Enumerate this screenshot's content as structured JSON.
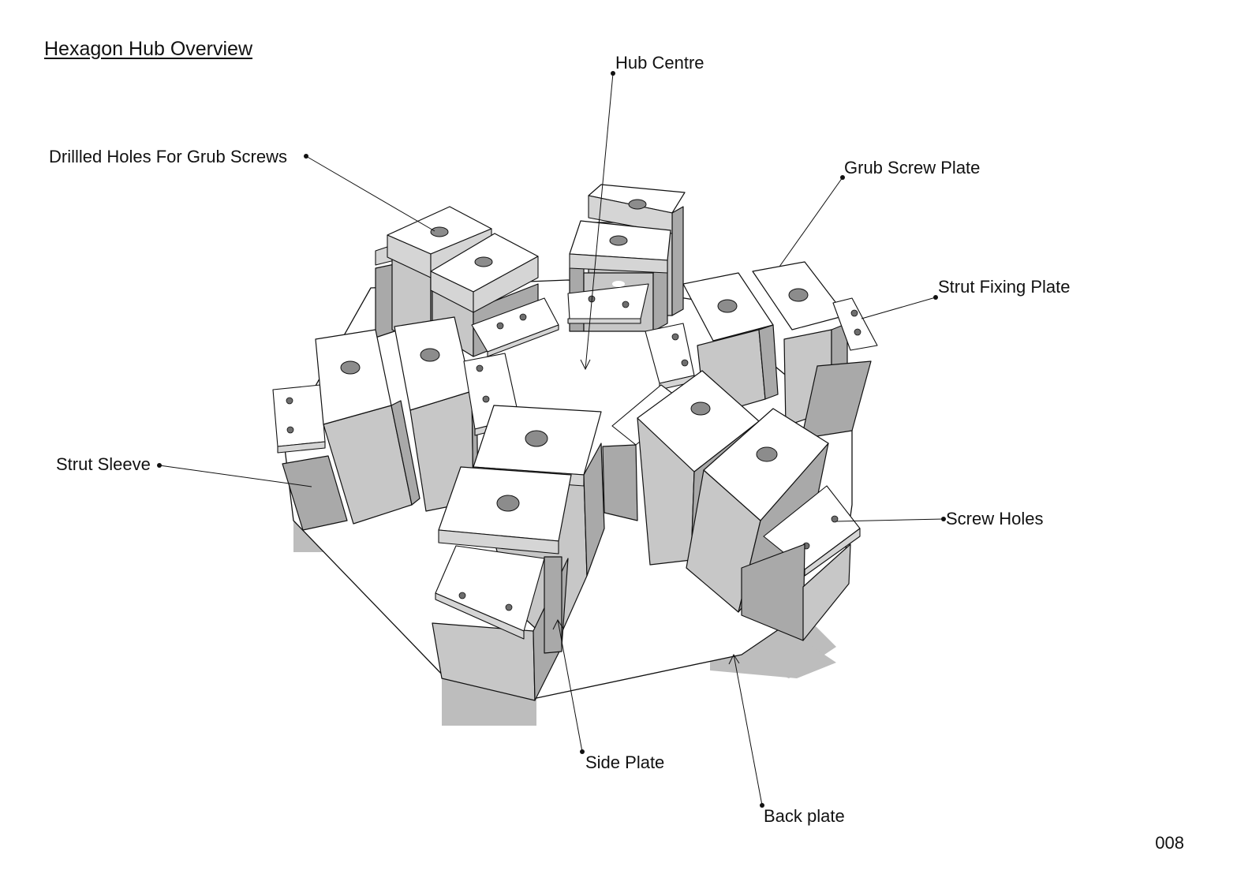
{
  "title": "Hexagon Hub Overview",
  "page_number": "008",
  "labels": {
    "hub_centre": "Hub Centre",
    "drilled_holes": "Drillled Holes For Grub Screws",
    "grub_screw_plate": "Grub Screw Plate",
    "strut_fixing_plate": "Strut Fixing Plate",
    "strut_sleeve": "Strut Sleeve",
    "screw_holes": "Screw Holes",
    "side_plate": "Side Plate",
    "back_plate": "Back plate"
  }
}
